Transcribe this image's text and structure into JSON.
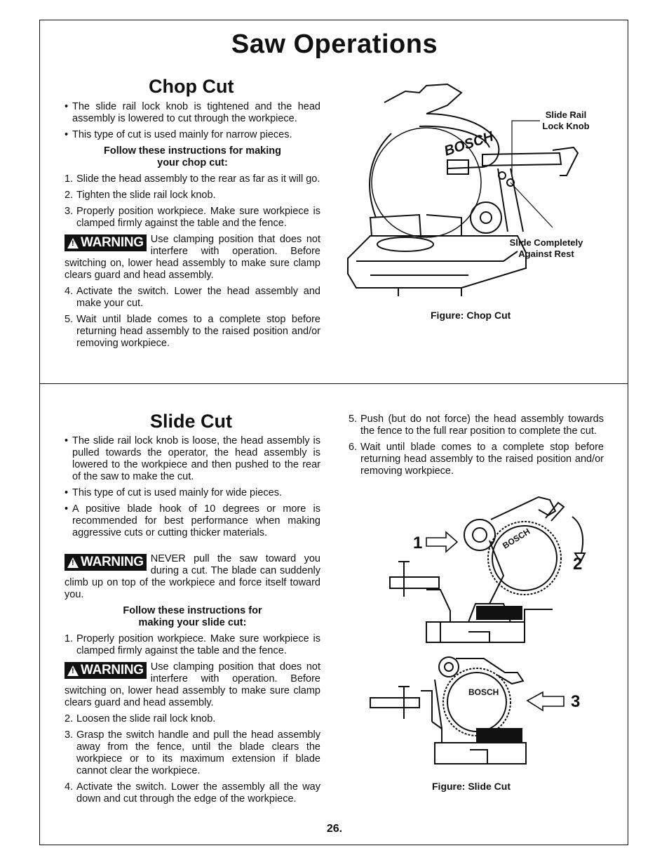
{
  "page": {
    "title": "Saw Operations",
    "page_number": "26."
  },
  "chop": {
    "title": "Chop Cut",
    "bullets": [
      "The slide rail lock knob is tightened and the head assembly is lowered to cut through the workpiece.",
      "This type of cut is used mainly for narrow pieces."
    ],
    "instructions_heading_1": "Follow these instructions for making",
    "instructions_heading_2": "your chop cut:",
    "steps": [
      {
        "n": "1.",
        "text": "Slide the head assembly to the rear as far as it will go."
      },
      {
        "n": "2.",
        "text": "Tighten the slide rail lock knob."
      },
      {
        "n": "3.",
        "text": "Properly position workpiece. Make sure workpiece is clamped firmly against the table and the fence."
      },
      {
        "n": "4.",
        "text": "Activate the switch. Lower the head assembly and make your cut."
      },
      {
        "n": "5.",
        "text": "Wait until blade comes to a complete stop before returning head assembly to the raised position and/or removing workpiece."
      }
    ],
    "warning_label": "WARNING",
    "warning_text": "Use clamping position that does not interfere with operation. Before switching on, lower head assembly to make sure clamp clears guard and head assembly.",
    "figure": {
      "callout_knob": "Slide Rail\nLock Knob",
      "callout_knob_1": "Slide Rail",
      "callout_knob_2": "Lock Knob",
      "callout_rest_1": "Slide Completely",
      "callout_rest_2": "Against Rest",
      "brand": "BOSCH",
      "caption": "Figure: Chop Cut"
    }
  },
  "slide": {
    "title": "Slide Cut",
    "bullets": [
      "The slide rail lock knob is loose, the head assembly is pulled towards the operator, the head assembly is lowered to the workpiece and then pushed to the rear of the saw to make the cut.",
      "This type of cut is used mainly for wide pieces.",
      "A positive blade hook of 10 degrees or more is recommended for best performance when making aggressive cuts or cutting thicker materials."
    ],
    "warning_label": "WARNING",
    "warning1_text": "NEVER pull the saw toward you during a cut. The blade can suddenly climb up on top of the workpiece and force itself toward you.",
    "instructions_heading_1": "Follow these instructions for",
    "instructions_heading_2": "making your slide cut:",
    "steps_a": [
      {
        "n": "1.",
        "text": "Properly position workpiece. Make sure workpiece is clamped firmly against the table and the fence."
      }
    ],
    "warning2_text": "Use clamping position that does not interfere with operation. Before switching on, lower head assembly to make sure clamp clears guard and head assembly.",
    "steps_b": [
      {
        "n": "2.",
        "text": "Loosen the slide rail lock knob."
      },
      {
        "n": "3.",
        "text": "Grasp the switch handle and pull the head assembly away from the fence, until the blade clears the workpiece or to its maximum extension if blade cannot clear the workpiece."
      },
      {
        "n": "4.",
        "text": "Activate the switch. Lower the assembly all the way down and cut through the edge of the workpiece."
      }
    ],
    "steps_c": [
      {
        "n": "5.",
        "text": "Push (but do not force) the head assembly towards the fence to the full rear position to complete the cut."
      },
      {
        "n": "6.",
        "text": "Wait until blade comes to a complete stop before returning head assembly to the raised position and/or removing workpiece."
      }
    ],
    "figure": {
      "step1": "1",
      "step2": "2",
      "step3": "3",
      "brand": "BOSCH",
      "caption": "Figure: Slide Cut"
    }
  }
}
